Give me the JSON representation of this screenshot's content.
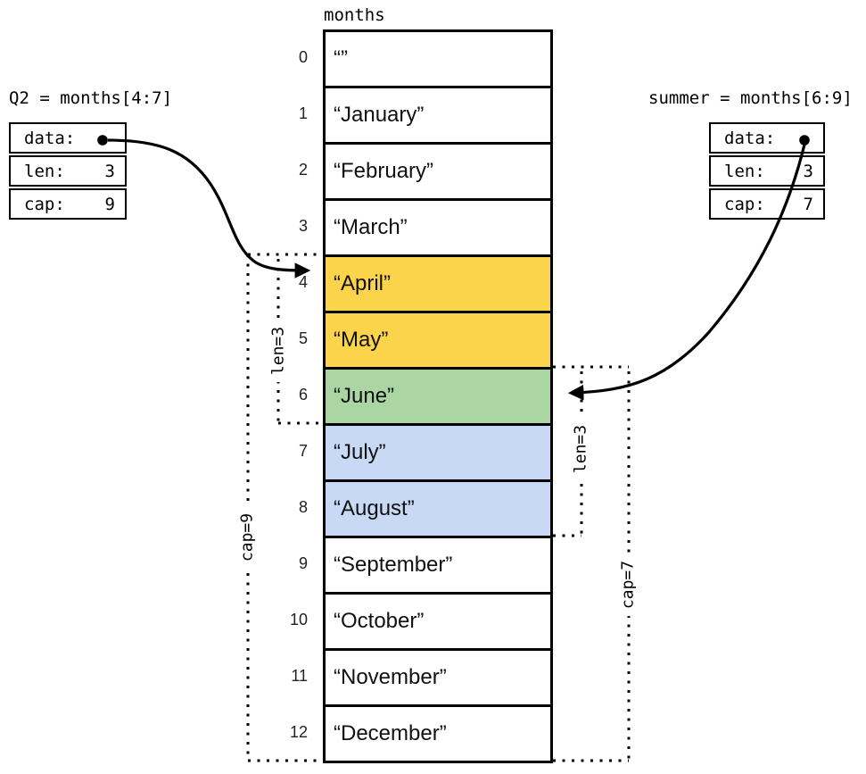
{
  "array": {
    "title": "months",
    "cells": [
      {
        "index": "0",
        "value": "“”",
        "highlight": "none"
      },
      {
        "index": "1",
        "value": "“January”",
        "highlight": "none"
      },
      {
        "index": "2",
        "value": "“February”",
        "highlight": "none"
      },
      {
        "index": "3",
        "value": "“March”",
        "highlight": "none"
      },
      {
        "index": "4",
        "value": "“April”",
        "highlight": "q2"
      },
      {
        "index": "5",
        "value": "“May”",
        "highlight": "q2"
      },
      {
        "index": "6",
        "value": "“June”",
        "highlight": "overlap"
      },
      {
        "index": "7",
        "value": "“July”",
        "highlight": "summer"
      },
      {
        "index": "8",
        "value": "“August”",
        "highlight": "summer"
      },
      {
        "index": "9",
        "value": "“September”",
        "highlight": "none"
      },
      {
        "index": "10",
        "value": "“October”",
        "highlight": "none"
      },
      {
        "index": "11",
        "value": "“November”",
        "highlight": "none"
      },
      {
        "index": "12",
        "value": "“December”",
        "highlight": "none"
      }
    ]
  },
  "q2": {
    "title": "Q2 = months[4:7]",
    "data_label": "data:",
    "len_label": "len:",
    "len_value": "3",
    "cap_label": "cap:",
    "cap_value": "9",
    "len_bracket_label": "len=3",
    "cap_bracket_label": "cap=9"
  },
  "summer": {
    "title": "summer = months[6:9]",
    "data_label": "data:",
    "len_label": "len:",
    "len_value": "3",
    "cap_label": "cap:",
    "cap_value": "7",
    "len_bracket_label": "len=3",
    "cap_bracket_label": "cap=7"
  },
  "colors": {
    "q2_highlight": "#FCD44C",
    "overlap_highlight": "#ABD5A2",
    "summer_highlight": "#C7D9F4",
    "line": "#000000"
  }
}
